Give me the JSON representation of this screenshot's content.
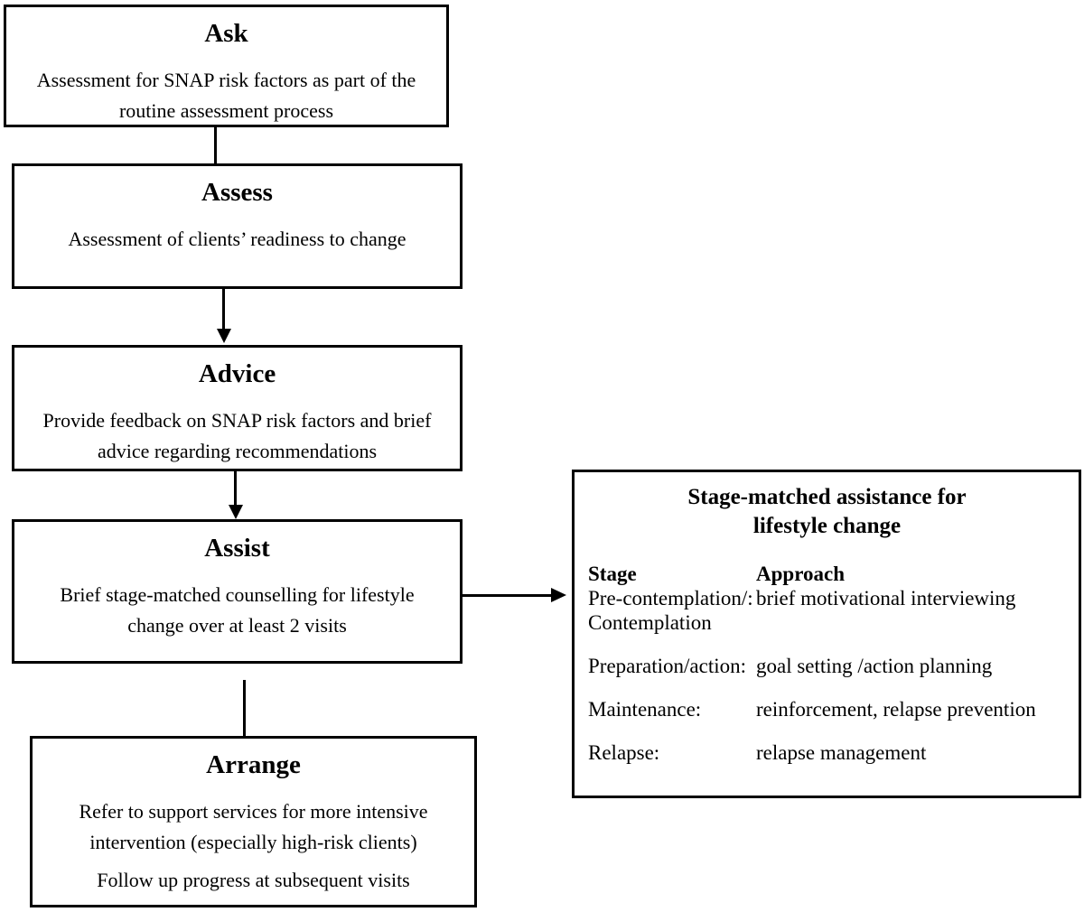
{
  "boxes": {
    "ask": {
      "title": "Ask",
      "body": "Assessment for SNAP risk factors as part of the routine assessment process"
    },
    "assess": {
      "title": "Assess",
      "body": "Assessment of clients’ readiness to change"
    },
    "advice": {
      "title": "Advice",
      "body": "Provide feedback on SNAP risk factors and brief advice regarding recommendations"
    },
    "assist": {
      "title": "Assist",
      "body": "Brief stage-matched counselling for lifestyle change over at least 2 visits"
    },
    "arrange": {
      "title": "Arrange",
      "body1": "Refer to support services for more intensive intervention (especially high-risk clients)",
      "body2": "Follow up progress at subsequent visits"
    }
  },
  "stage_panel": {
    "title": "Stage-matched assistance for lifestyle change",
    "columns": {
      "stage": "Stage",
      "approach": "Approach"
    },
    "rows": [
      {
        "stage": "Pre-contemplation/:",
        "stage_line2": "Contemplation",
        "approach": "brief motivational interviewing"
      },
      {
        "stage": "Preparation/action:",
        "approach": "goal setting /action planning"
      },
      {
        "stage": "Maintenance:",
        "approach": "reinforcement, relapse prevention"
      },
      {
        "stage": "Relapse:",
        "approach": "relapse management"
      }
    ]
  },
  "colors": {
    "line": "#000000",
    "background": "#ffffff",
    "text": "#000000"
  }
}
